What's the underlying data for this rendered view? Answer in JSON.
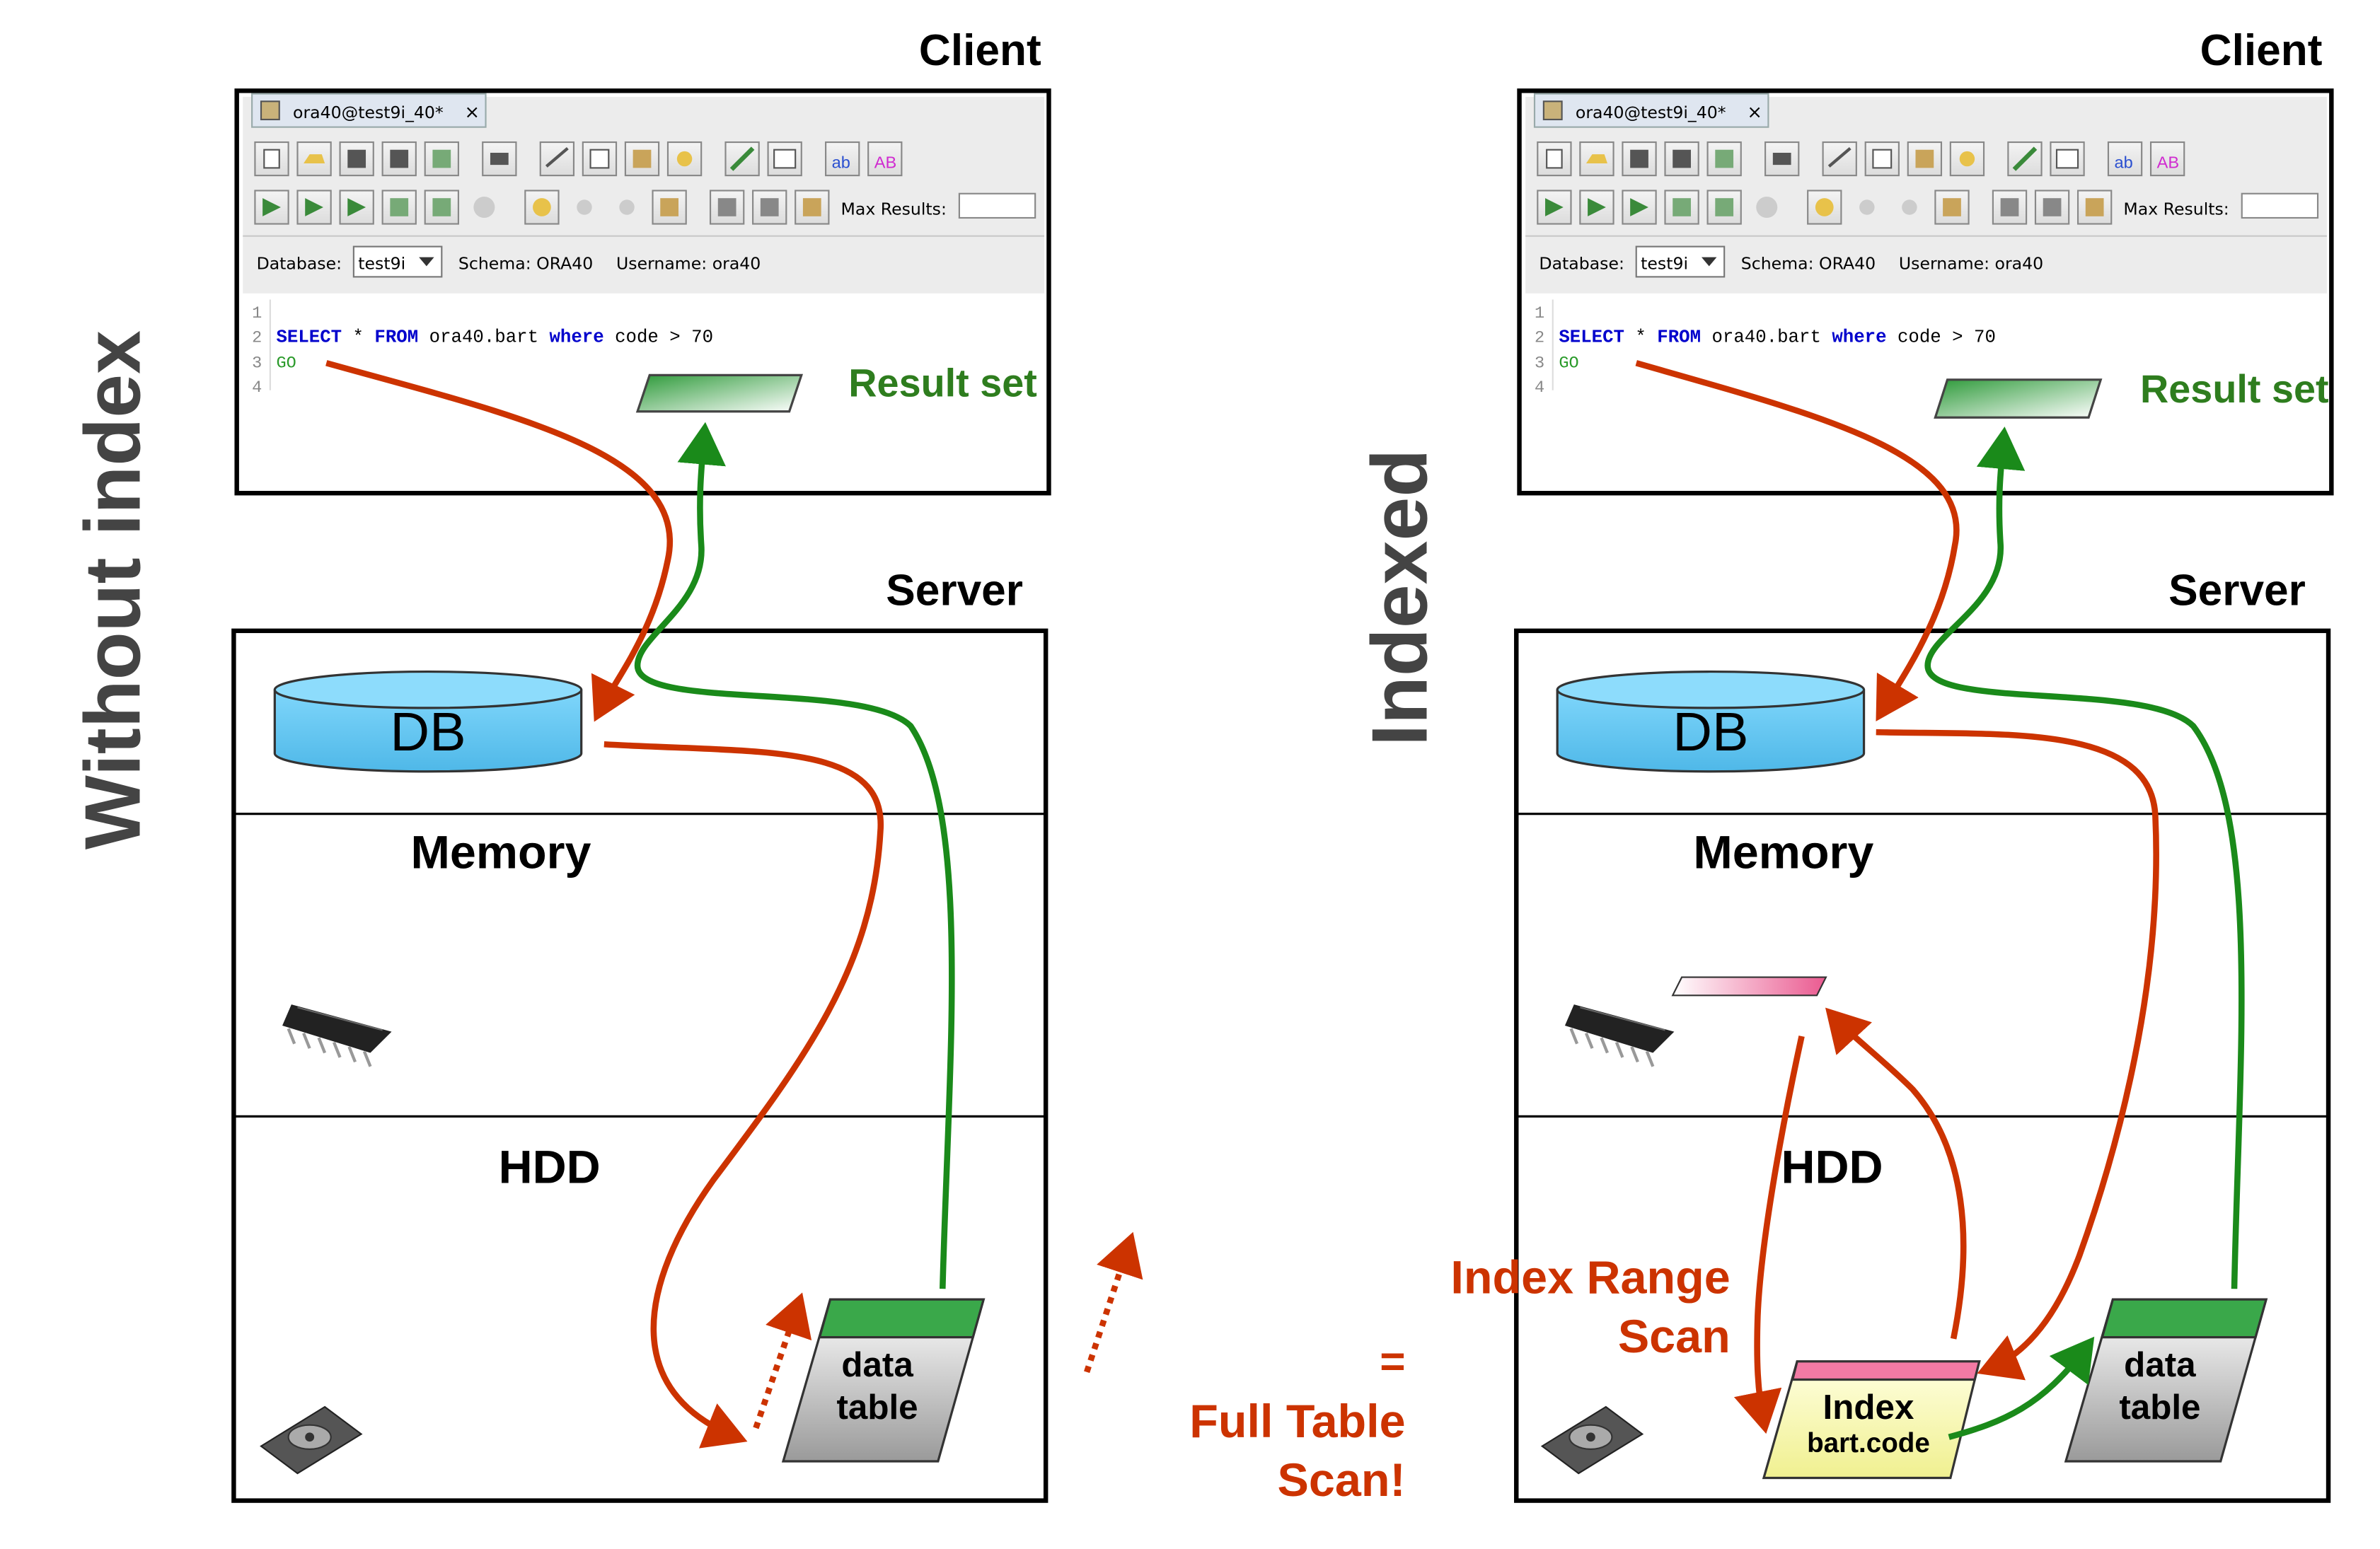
{
  "colors": {
    "red_arrow": "#cc3300",
    "green_arrow": "#1a8a1a",
    "db_fill": "#5bc8f5",
    "green_text": "#2e7d1e",
    "orange_text": "#cc3300"
  },
  "left_panel": {
    "side_title": "Without index",
    "client_label": "Client",
    "server_label": "Server",
    "tab_title": "ora40@test9i_40*",
    "max_results_label": "Max Results:",
    "database_label": "Database:",
    "database_value": "test9i",
    "schema_text": "Schema: ORA40",
    "username_text": "Username: ora40",
    "line_numbers": [
      "1",
      "2",
      "3",
      "4"
    ],
    "sql_kw1": "SELECT",
    "sql_mid1": " * ",
    "sql_kw2": "FROM",
    "sql_mid2": " ora40.bart ",
    "sql_kw3": "where",
    "sql_tail": " code > 70",
    "go": "GO",
    "result_set": "Result set",
    "db": "DB",
    "memory": "Memory",
    "hdd": "HDD",
    "data_table_l1": "data",
    "data_table_l2": "table"
  },
  "right_panel": {
    "side_title": "Indexed",
    "client_label": "Client",
    "server_label": "Server",
    "tab_title": "ora40@test9i_40*",
    "max_results_label": "Max Results:",
    "database_label": "Database:",
    "database_value": "test9i",
    "schema_text": "Schema: ORA40",
    "username_text": "Username: ora40",
    "line_numbers": [
      "1",
      "2",
      "3",
      "4"
    ],
    "sql_kw1": "SELECT",
    "sql_mid1": " * ",
    "sql_kw2": "FROM",
    "sql_mid2": " ora40.bart ",
    "sql_kw3": "where",
    "sql_tail": " code > 70",
    "go": "GO",
    "result_set": "Result set",
    "db": "DB",
    "memory": "Memory",
    "hdd": "HDD",
    "index_l1": "Index",
    "index_l2": "bart.code",
    "data_table_l1": "data",
    "data_table_l2": "table"
  },
  "annotations": {
    "equals": "=",
    "full_table_l1": "Full Table",
    "full_table_l2": "Scan!",
    "index_range_l1": "Index Range",
    "index_range_l2": "Scan"
  },
  "icons": [
    "chip-icon",
    "hard-disk-icon",
    "toolbar-icons",
    "dropdown-arrow-icon",
    "close-icon",
    "connection-icon"
  ]
}
